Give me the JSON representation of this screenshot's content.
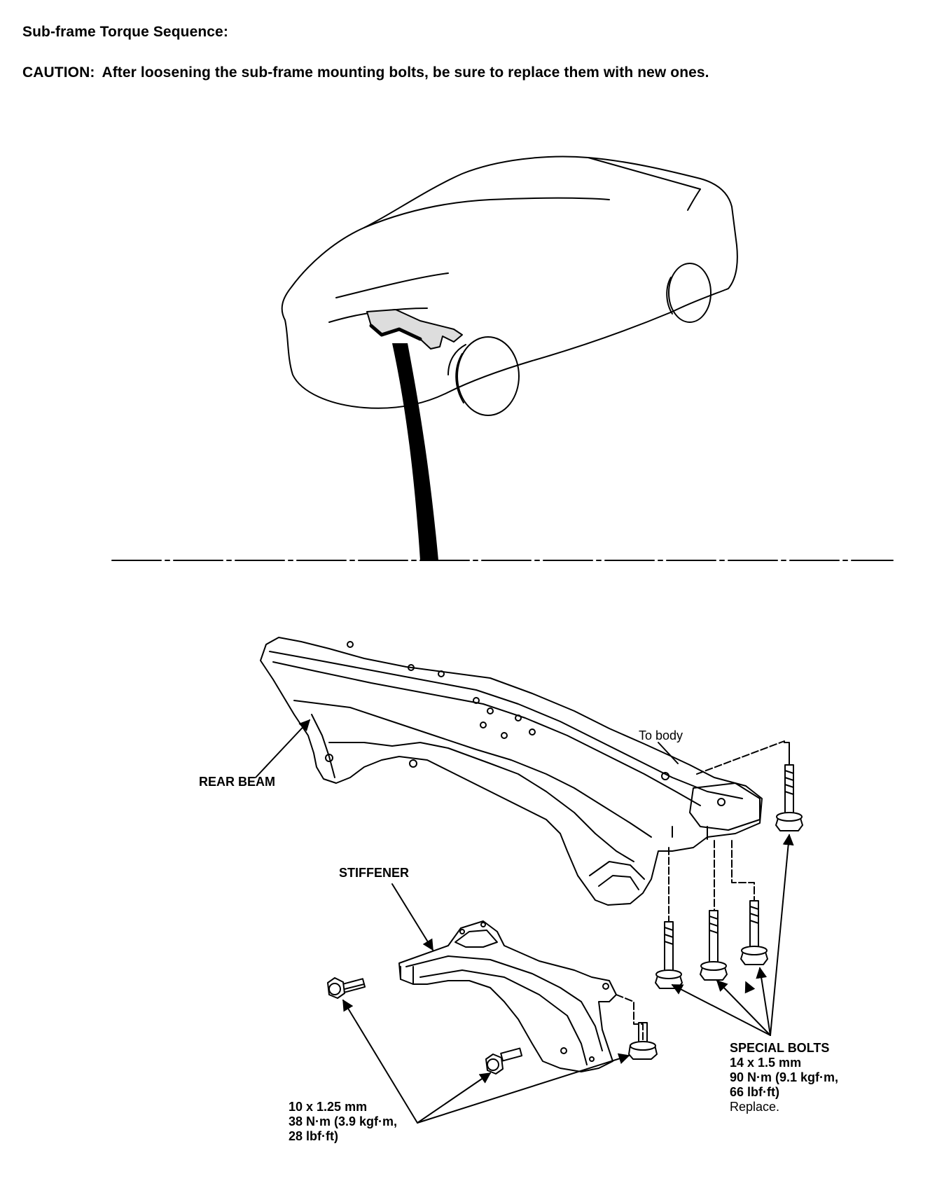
{
  "header": {
    "title": "Sub-frame Torque Sequence:",
    "caution_label": "CAUTION:",
    "caution_text": "After loosening the sub-frame mounting bolts, be sure to replace them with new ones."
  },
  "labels": {
    "to_body": "To body",
    "rear_beam": "REAR BEAM",
    "stiffener": "STIFFENER"
  },
  "special_bolts": {
    "title": "SPECIAL BOLTS",
    "size": "14 x 1.5 mm",
    "torque_1": "90 N·m (9.1 kgf·m,",
    "torque_2": "66 lbf·ft)",
    "note": "Replace."
  },
  "stiffener_bolts": {
    "size": "10 x 1.25 mm",
    "torque_1": "38 N·m (3.9 kgf·m,",
    "torque_2": "28 lbf·ft)"
  }
}
